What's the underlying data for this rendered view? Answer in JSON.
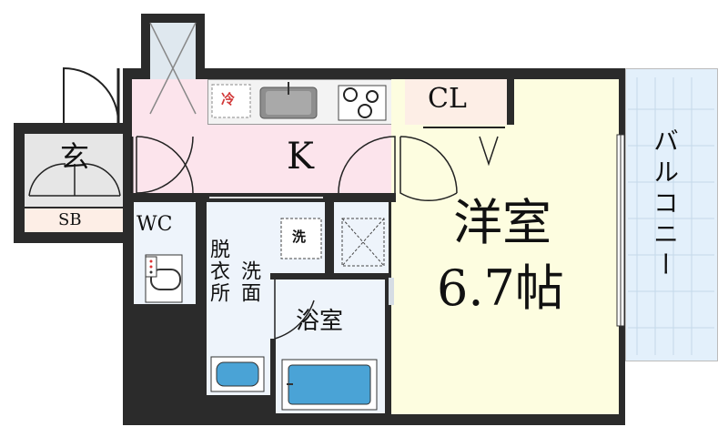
{
  "rooms": {
    "entrance": "玄",
    "sb": "SB",
    "wc": "WC",
    "kitchen": "K",
    "closet": "CL",
    "dressing": "脱衣所",
    "washstand": "洗面",
    "bath": "浴室",
    "western_room_name": "洋室",
    "western_room_size": "6.7帖",
    "balcony": "バルコニー"
  },
  "fixtures": {
    "fridge": "冷",
    "washer": "洗"
  },
  "colors": {
    "wall": "#2b2b2b",
    "kitchen_floor": "#fce4ec",
    "western_floor": "#fdfde0",
    "closet_floor": "#fdeee6",
    "wet_floor": "#eef4fb",
    "balcony": "#e3f0fb",
    "entrance_floor": "#e6e6e6",
    "tub": "#4aa3d6"
  }
}
